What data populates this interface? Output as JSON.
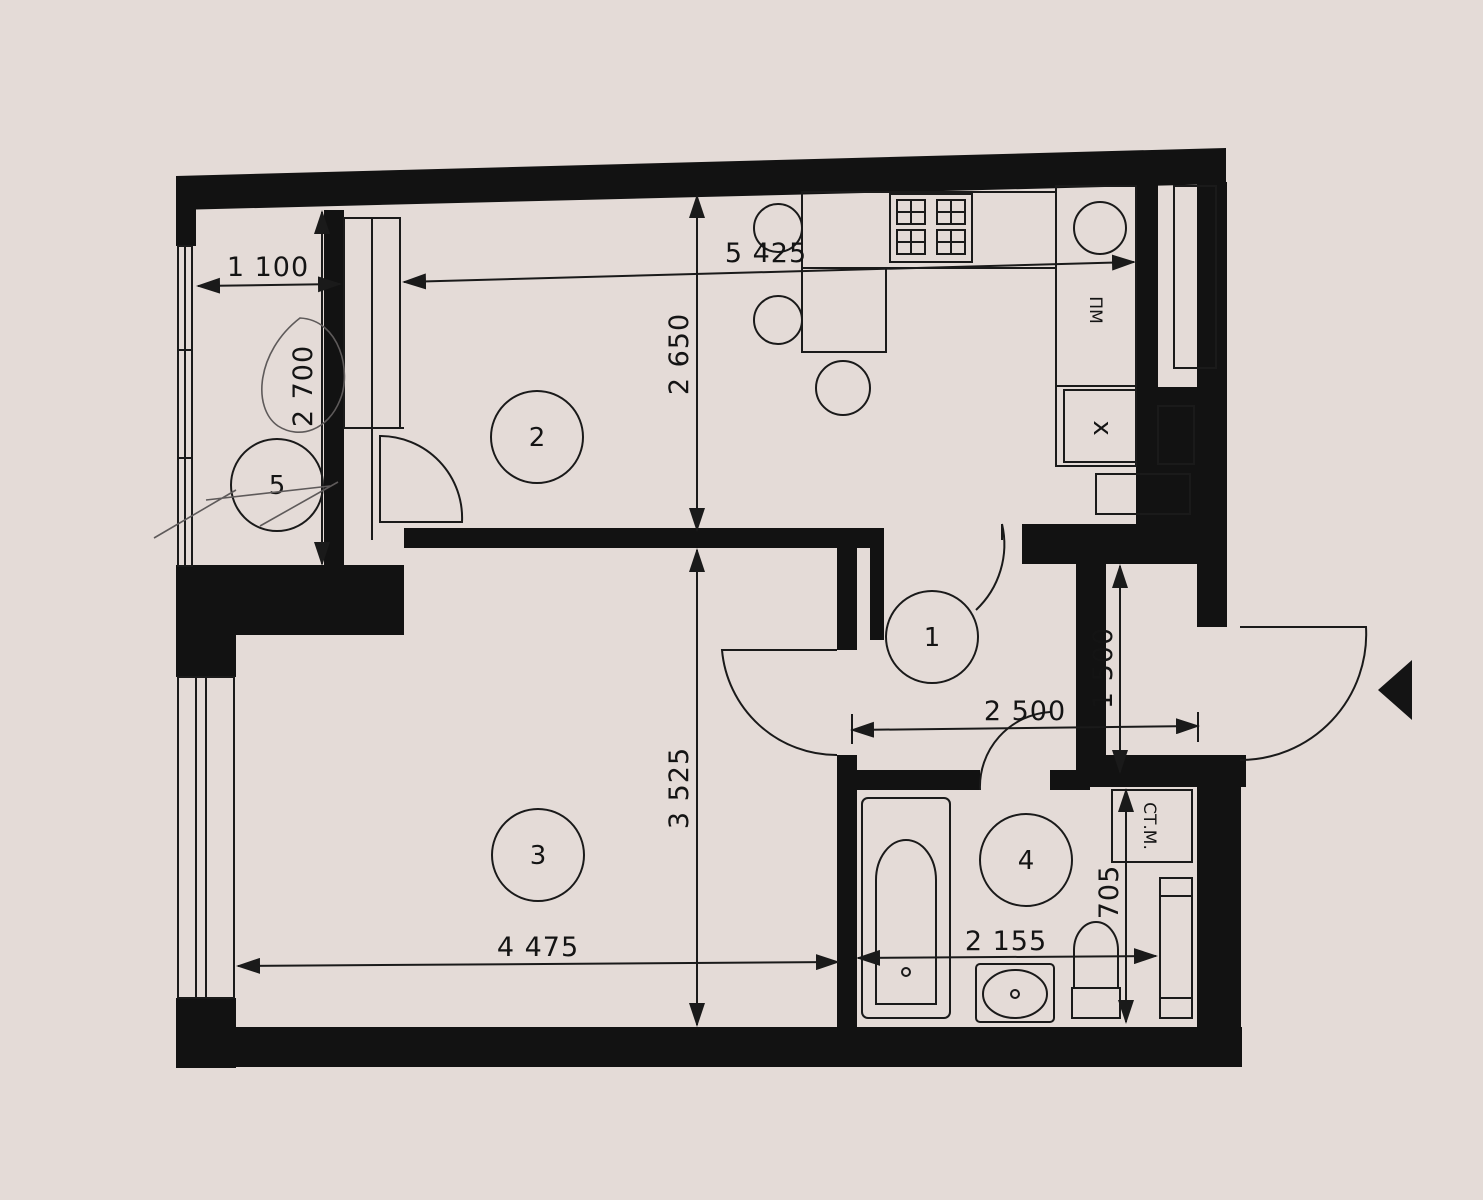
{
  "colors": {
    "paper": "#e4dbd7",
    "wall": "#121212",
    "line": "#1a1a1a",
    "pencil": "#5e5a5a"
  },
  "rooms": [
    {
      "id": "1",
      "label": "1"
    },
    {
      "id": "2",
      "label": "2"
    },
    {
      "id": "3",
      "label": "3"
    },
    {
      "id": "4",
      "label": "4"
    },
    {
      "id": "5",
      "label": "5"
    }
  ],
  "dimensions": {
    "balcony_width": "1 100",
    "balcony_length": "2 700",
    "kitchen_width": "5 425",
    "kitchen_depth": "2 650",
    "room_depth": "3 525",
    "room_width": "4 475",
    "hall_width": "2 500",
    "hall_depth": "1 500",
    "bath_width": "2 155",
    "bath_niche": "705"
  },
  "fixtures": {
    "pm_label": "ПМ",
    "x_label": "х",
    "wm_label": "СТ.М."
  },
  "icons": {
    "entrance": "entrance-arrow-icon"
  }
}
